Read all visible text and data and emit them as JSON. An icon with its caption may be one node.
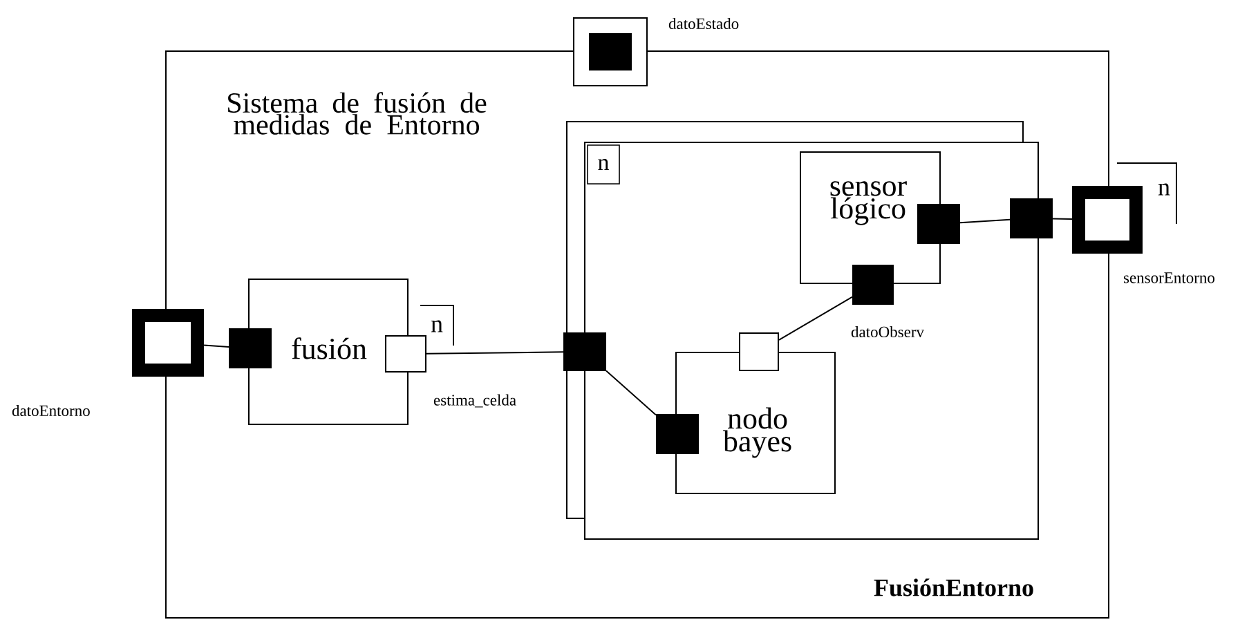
{
  "diagram": {
    "nodes": [
      {
        "text": [
          "Sistema de fusión de medidas de Entorno",
          "FusiónEntorno"
        ]
      },
      {
        "text": [],
        "shape": "box",
        "beside": [
          "datoEstado"
        ]
      },
      {
        "text": [],
        "shape": "box",
        "beside": [
          "datoEntorno"
        ]
      },
      {
        "text": [
          "fusión"
        ],
        "in": 0
      },
      {
        "text": [],
        "shape": "box",
        "in": 0
      },
      {
        "text": [],
        "shape": "box",
        "in": 0,
        "beside": [
          "n",
          "estima_celda"
        ]
      },
      {
        "text": [
          "n"
        ],
        "in": 0
      },
      {
        "text": [],
        "shape": "box",
        "in": 6
      },
      {
        "text": [
          "sensor lógico"
        ],
        "in": 6
      },
      {
        "text": [],
        "shape": "box",
        "in": 6
      },
      {
        "text": [],
        "shape": "box",
        "in": 6,
        "beside": [
          "datoObserv"
        ]
      },
      {
        "text": [
          "nodo bayes"
        ],
        "in": 6
      },
      {
        "text": [],
        "shape": "box",
        "in": 6
      },
      {
        "text": [],
        "shape": "box",
        "in": 6
      },
      {
        "text": [],
        "shape": "box",
        "in": 0
      },
      {
        "text": [],
        "shape": "box",
        "beside": [
          "n",
          "sensorEntorno"
        ]
      }
    ],
    "edges": [
      {
        "from": 2,
        "to": 4,
        "arrow": "none"
      },
      {
        "from": 5,
        "to": 7,
        "arrow": "none"
      },
      {
        "from": 7,
        "to": 13,
        "arrow": "none"
      },
      {
        "from": 12,
        "to": 10,
        "arrow": "none"
      },
      {
        "from": 9,
        "to": 14,
        "arrow": "none"
      },
      {
        "from": 14,
        "to": 15,
        "arrow": "none"
      }
    ]
  }
}
